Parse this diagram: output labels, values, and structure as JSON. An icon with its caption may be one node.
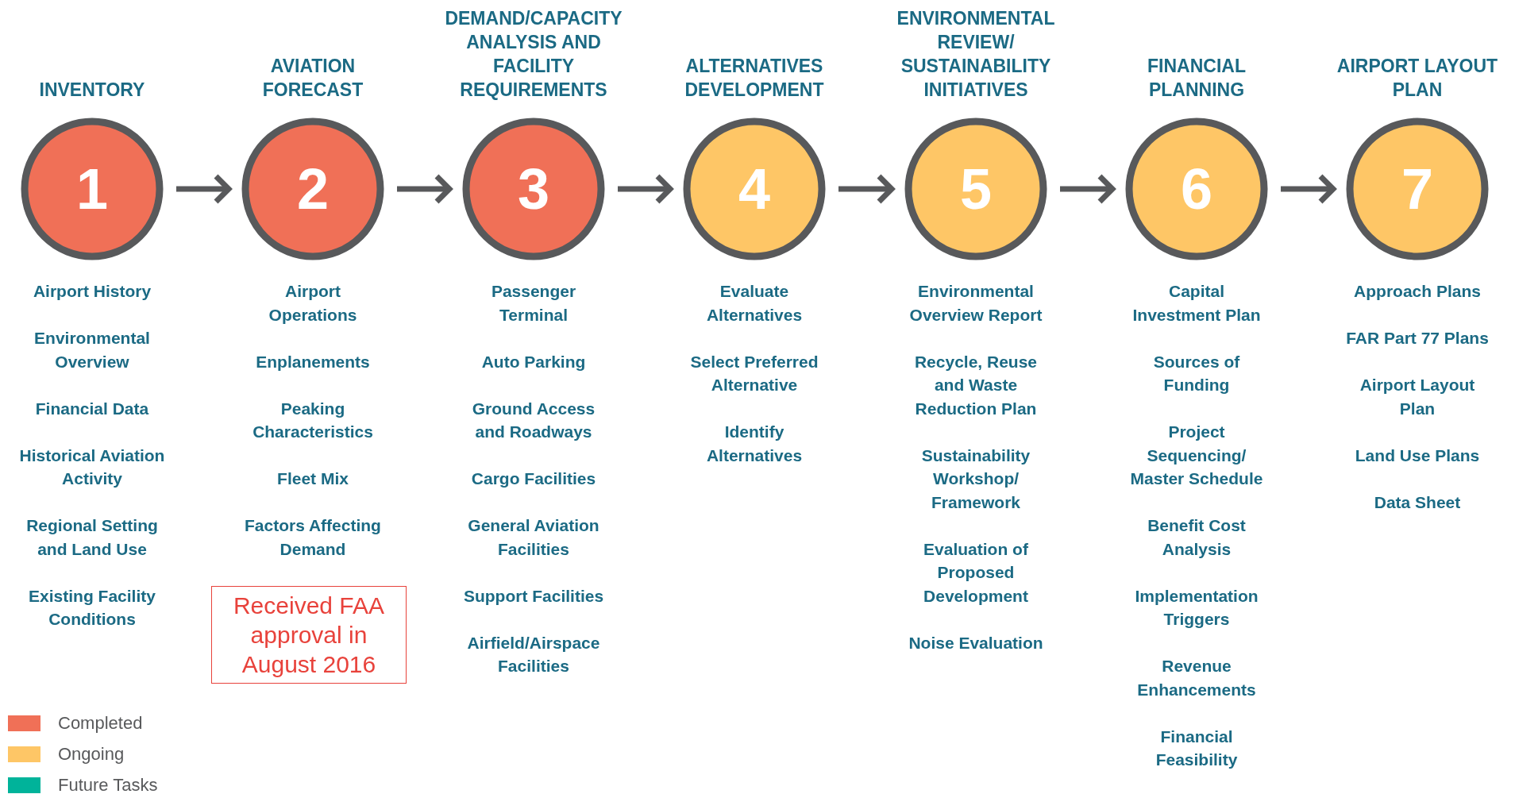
{
  "diagram": {
    "nodes": [
      {
        "text": [
          "INVENTORY",
          "1"
        ],
        "beside": [
          "Airport History",
          "Environmental Overview",
          "Financial Data",
          "Historical Aviation Activity",
          "Regional Setting and Land Use",
          "Existing Facility Conditions"
        ]
      },
      {
        "text": [
          "AVIATION FORECAST",
          "2"
        ],
        "beside": [
          "Airport Operations",
          "Enplanements",
          "Peaking Characteristics",
          "Fleet Mix",
          "Factors Affecting Demand"
        ]
      },
      {
        "text": [
          "DEMAND/CAPACITY ANALYSIS AND FACILITY REQUIREMENTS",
          "3"
        ],
        "beside": [
          "Passenger Terminal",
          "Auto Parking",
          "Ground Access and Roadways",
          "Cargo Facilities",
          "General Aviation Facilities",
          "Support Facilities",
          "Airfield/Airspace Facilities"
        ]
      },
      {
        "text": [
          "ALTERNATIVES DEVELOPMENT",
          "4"
        ],
        "beside": [
          "Evaluate Alternatives",
          "Select Preferred Alternative",
          "Identify Alternatives"
        ]
      },
      {
        "text": [
          "ENVIRONMENTAL REVIEW/ SUSTAINABILITY INITIATIVES",
          "5"
        ],
        "beside": [
          "Environmental Overview Report",
          "Recycle, Reuse and Waste Reduction Plan",
          "Sustainability Workshop/ Framework",
          "Evaluation of Proposed Development",
          "Noise Evaluation"
        ]
      },
      {
        "text": [
          "FINANCIAL PLANNING",
          "6"
        ],
        "beside": [
          "Capital Investment Plan",
          "Sources of Funding",
          "Project Sequencing/ Master Schedule",
          "Benefit Cost Analysis",
          "Implementation Triggers",
          "Revenue Enhancements",
          "Financial Feasibility"
        ]
      },
      {
        "text": [
          "AIRPORT LAYOUT PLAN",
          "7"
        ],
        "beside": [
          "Approach Plans",
          "FAR Part 77 Plans",
          "Airport Layout Plan",
          "Land Use Plans",
          "Data Sheet"
        ]
      },
      {
        "text": [
          "Received FAA approval in August 2016"
        ]
      }
    ],
    "edges": [
      {
        "from": 0,
        "to": 1,
        "arrow": "to"
      },
      {
        "from": 1,
        "to": 2,
        "arrow": "to"
      },
      {
        "from": 2,
        "to": 3,
        "arrow": "to"
      },
      {
        "from": 3,
        "to": 4,
        "arrow": "to"
      },
      {
        "from": 4,
        "to": 5,
        "arrow": "to"
      },
      {
        "from": 5,
        "to": 6,
        "arrow": "to"
      }
    ],
    "legend": [
      {
        "text": "Completed",
        "color": "#f07057"
      },
      {
        "text": "Ongoing",
        "color": "#fec666"
      },
      {
        "text": "Future Tasks",
        "color": "#00b39a"
      }
    ]
  }
}
